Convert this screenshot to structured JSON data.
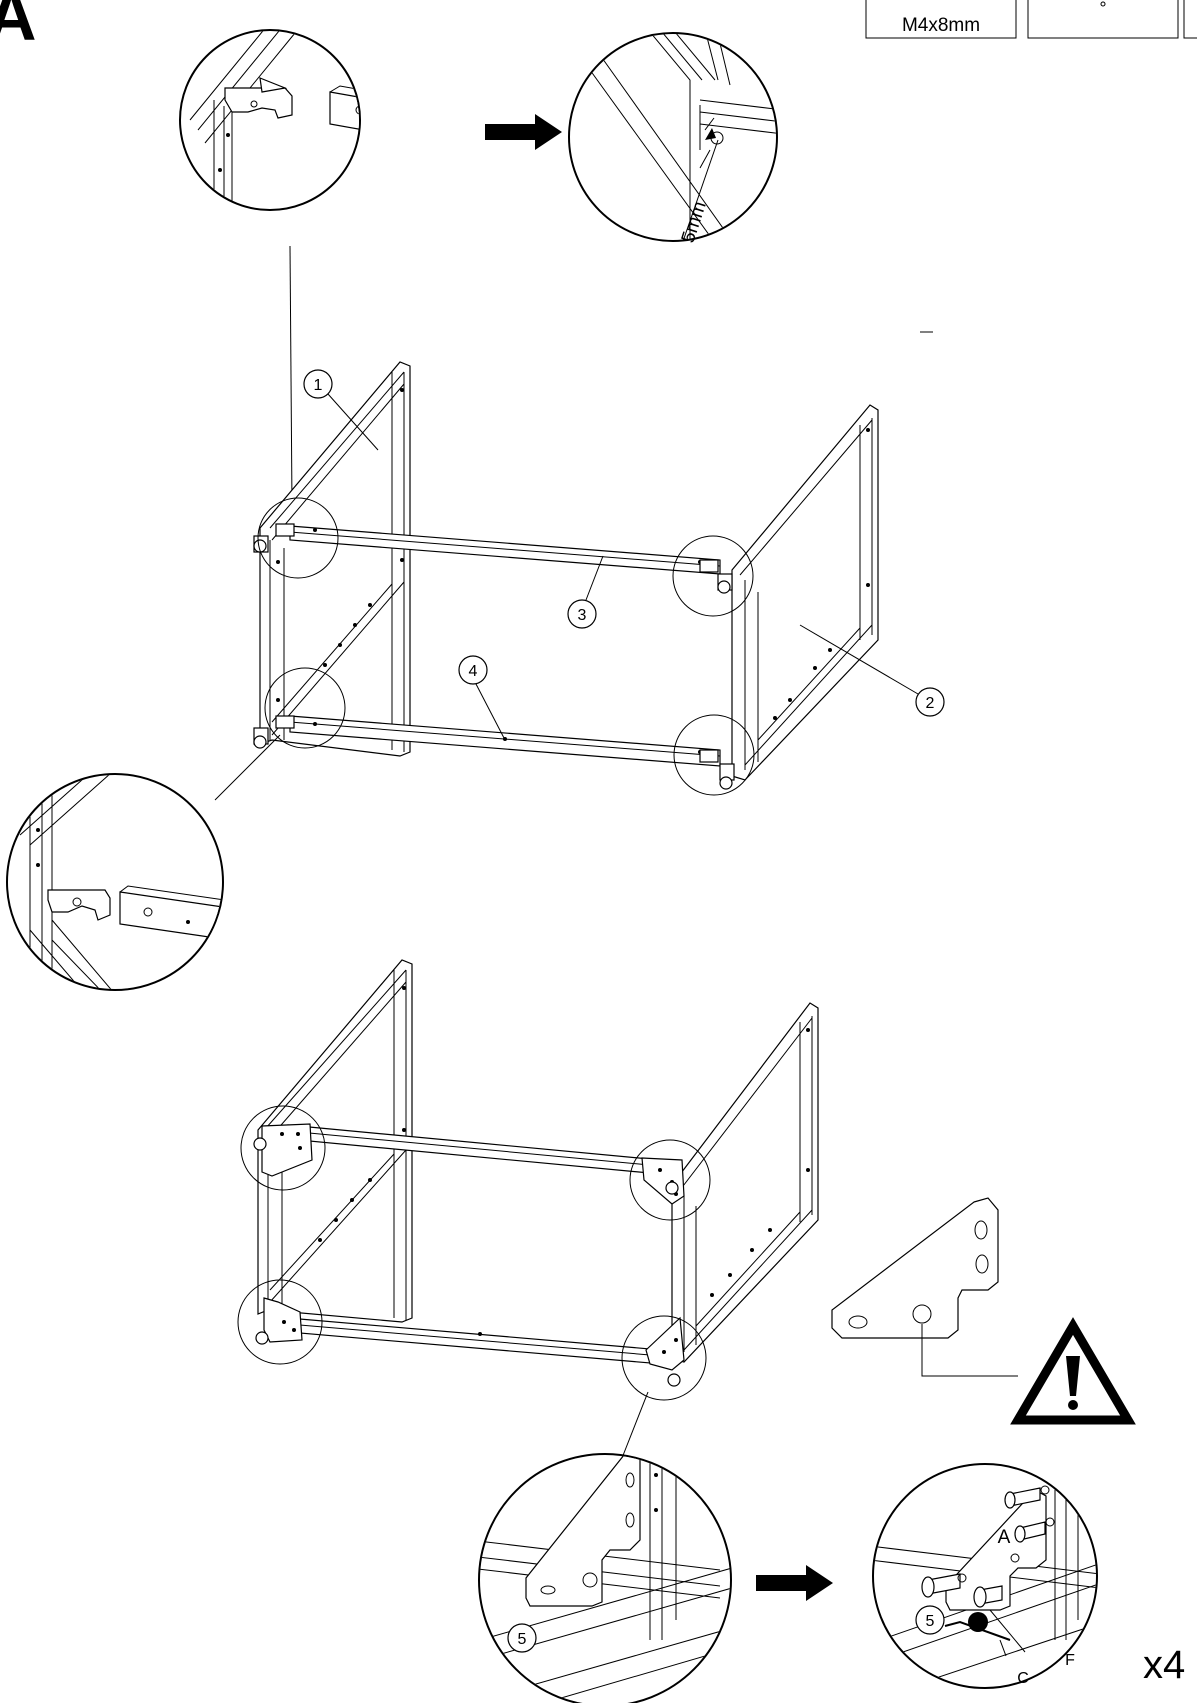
{
  "step_letter": "A",
  "hardware_box_1": "M4x8mm",
  "dimension_label": "5mm",
  "callouts": [
    "1",
    "2",
    "3",
    "4",
    "5",
    "5"
  ],
  "detail_letter_a": "A",
  "tool_label_f": "F",
  "tool_label_c": "C",
  "repeat_label": "x4",
  "warning_icon": "warning-triangle-icon",
  "arrow_icon": "right-arrow-icon"
}
